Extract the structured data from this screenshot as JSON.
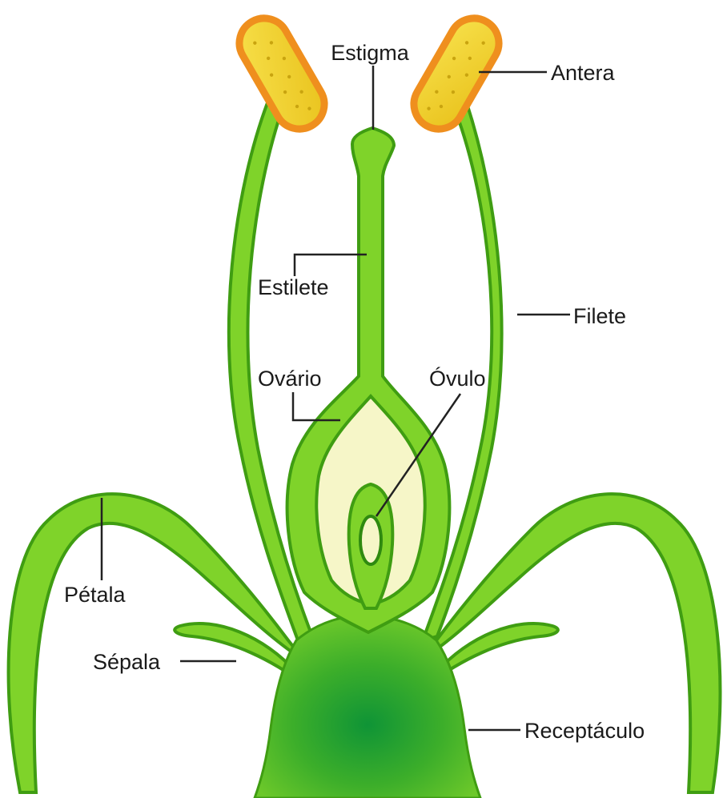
{
  "labels": {
    "estigma": "Estigma",
    "antera": "Antera",
    "estilete": "Estilete",
    "filete": "Filete",
    "ovario": "Ovário",
    "ovulo": "Óvulo",
    "petala": "Pétala",
    "sepala": "Sépala",
    "receptaculo": "Receptáculo"
  },
  "colors": {
    "green_fill": "#7fd32a",
    "green_dark": "#3f9d12",
    "receptacle_center": "#139a3a",
    "ovary_inner": "#f6f6c8",
    "anther_fill": "#f2d22e",
    "anther_outline": "#ef8f1e"
  }
}
